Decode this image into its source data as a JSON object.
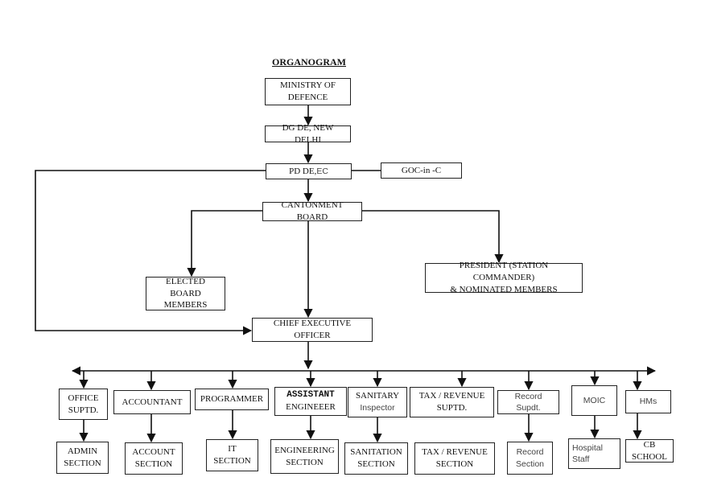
{
  "title": "ORGANOGRAM",
  "nodes": {
    "mod": "MINISTRY OF\nDEFENCE",
    "dgde": "DG DE, NEW DELHI",
    "pdde": "PD DE,",
    "pdde_suffix": "EC",
    "goc": "GOC-in -C",
    "cb": "CANTONMENT BOARD",
    "elected": "ELECTED BOARD\nMEMBERS",
    "president": "PRESIDENT (STATION COMMANDER)\n& NOMINATED MEMBERS",
    "ceo": "CHIEF EXECUTIVE OFFICER"
  },
  "sections": [
    {
      "top": "OFFICE\nSUPTD.",
      "bottom": "ADMIN\nSECTION"
    },
    {
      "top": "ACCOUNTANT",
      "bottom": "ACCOUNT\nSECTION"
    },
    {
      "top": "PROGRAMMER",
      "bottom": "IT\nSECTION"
    },
    {
      "top": "ASSISTANT",
      "top2": "ENGINEEER",
      "bottom": "ENGINEERING\nSECTION"
    },
    {
      "top": "SANITARY",
      "top2": "Inspector",
      "bottom": "SANITATION\nSECTION"
    },
    {
      "top": "TAX / REVENUE\nSUPTD.",
      "bottom": "TAX  /  REVENUE\nSECTION"
    },
    {
      "top": "Record\nSupdt.",
      "bottom": "Record\nSection"
    },
    {
      "top": "MOIC",
      "bottom": "Hospital\nStaff"
    },
    {
      "top": "HMs",
      "bottom": "CB SCHOOL"
    }
  ]
}
